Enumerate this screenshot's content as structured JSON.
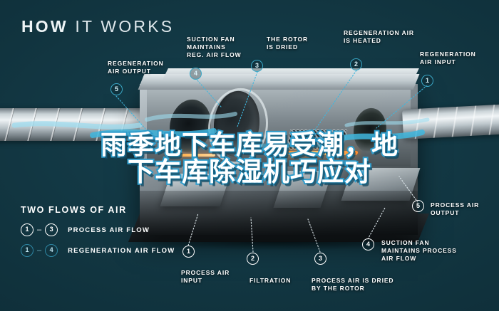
{
  "page": {
    "title": "HOW IT WORKS",
    "title_bold": "HOW",
    "title_light": "IT WORKS",
    "background_color": "#11343f",
    "accent_cyan": "#3fb6dd",
    "marker_white": "#ffffff"
  },
  "headline_cn": {
    "line1": "雨季地下车库易受潮，地",
    "line2": "下车库除湿机巧应对",
    "text_color": "#ffffff",
    "outline_color": "#2e9ccb"
  },
  "callouts": [
    {
      "number": "5",
      "label": "REGENERATION\nAIR OUTPUT",
      "label_line1": "REGENERATION",
      "label_line2": "AIR OUTPUT",
      "style": "cyan",
      "position": "top-left"
    },
    {
      "number": "4",
      "label_line1": "SUCTION FAN",
      "label_line2": "MAINTAINS",
      "label_line3": "REG. AIR FLOW",
      "style": "cyan",
      "position": "top"
    },
    {
      "number": "3",
      "label_line1": "THE ROTOR",
      "label_line2": "IS DRIED",
      "style": "cyan",
      "position": "top"
    },
    {
      "number": "2",
      "label_line1": "REGENERATION AIR",
      "label_line2": "IS HEATED",
      "style": "cyan",
      "position": "top"
    },
    {
      "number": "1",
      "label_line1": "REGENERATION",
      "label_line2": "AIR INPUT",
      "style": "cyan",
      "position": "top-right"
    },
    {
      "number": "5",
      "label_line1": "PROCESS AIR",
      "label_line2": "OUTPUT",
      "style": "white",
      "position": "right"
    },
    {
      "number": "4",
      "label_line1": "SUCTION FAN",
      "label_line2": "MAINTAINS PROCESS",
      "label_line3": "AIR FLOW",
      "style": "white",
      "position": "bottom-right"
    },
    {
      "number": "1",
      "label_line1": "PROCESS AIR",
      "label_line2": "INPUT",
      "style": "white",
      "position": "bottom"
    },
    {
      "number": "2",
      "label_line1": "FILTRATION",
      "label_line2": "",
      "style": "white",
      "position": "bottom"
    },
    {
      "number": "3",
      "label_line1": "PROCESS AIR IS DRIED",
      "label_line2": "BY THE ROTOR",
      "style": "white",
      "position": "bottom"
    }
  ],
  "legend": {
    "title": "TWO FLOWS OF AIR",
    "rows": [
      {
        "from": "1",
        "dash": "–",
        "to": "3",
        "label": "PROCESS AIR FLOW",
        "style": "white"
      },
      {
        "from": "1",
        "dash": "–",
        "to": "4",
        "label": "REGENERATION AIR FLOW",
        "style": "cyan"
      }
    ]
  }
}
